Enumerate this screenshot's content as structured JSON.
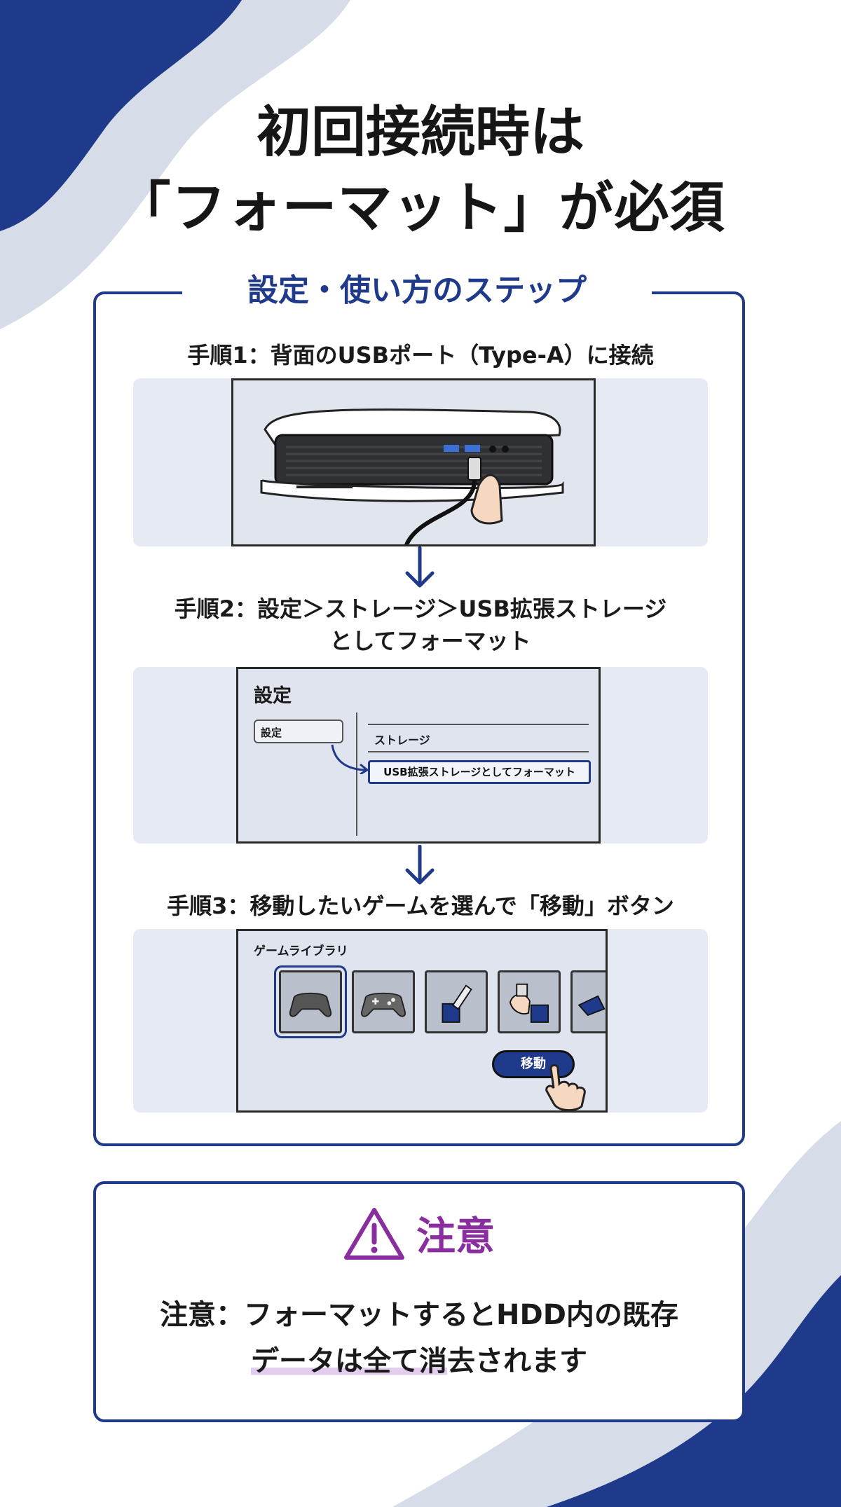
{
  "header": {
    "title_line1": "初回接続時は",
    "title_line2": "「フォーマット」が必須"
  },
  "steps_section": {
    "heading": "設定・使い方のステップ",
    "step1": {
      "label": "手順1：背面のUSBポート（Type-A）に接続"
    },
    "step2": {
      "label_line1": "手順2：設定＞ストレージ＞USB拡張ストレージ",
      "label_line2": "としてフォーマット",
      "screen": {
        "title": "設定",
        "left_item": "設定",
        "storage_item": "ストレージ",
        "format_option": "USB拡張ストレージとしてフォーマット"
      }
    },
    "step3": {
      "label": "手順3：移動したいゲームを選んで「移動」ボタン",
      "screen": {
        "title": "ゲームライブラリ",
        "move_button": "移動"
      }
    }
  },
  "caution": {
    "label": "注意",
    "text_line1": "注意：フォーマットするとHDD内の既存",
    "text_line2_highlight": "データは全て消",
    "text_line2_rest": "去されます"
  },
  "colors": {
    "navy": "#1f3a8a",
    "light_blue_gray": "#d6dde9",
    "caution_purple": "#8a2d9e",
    "highlight": "#e3cdef"
  }
}
